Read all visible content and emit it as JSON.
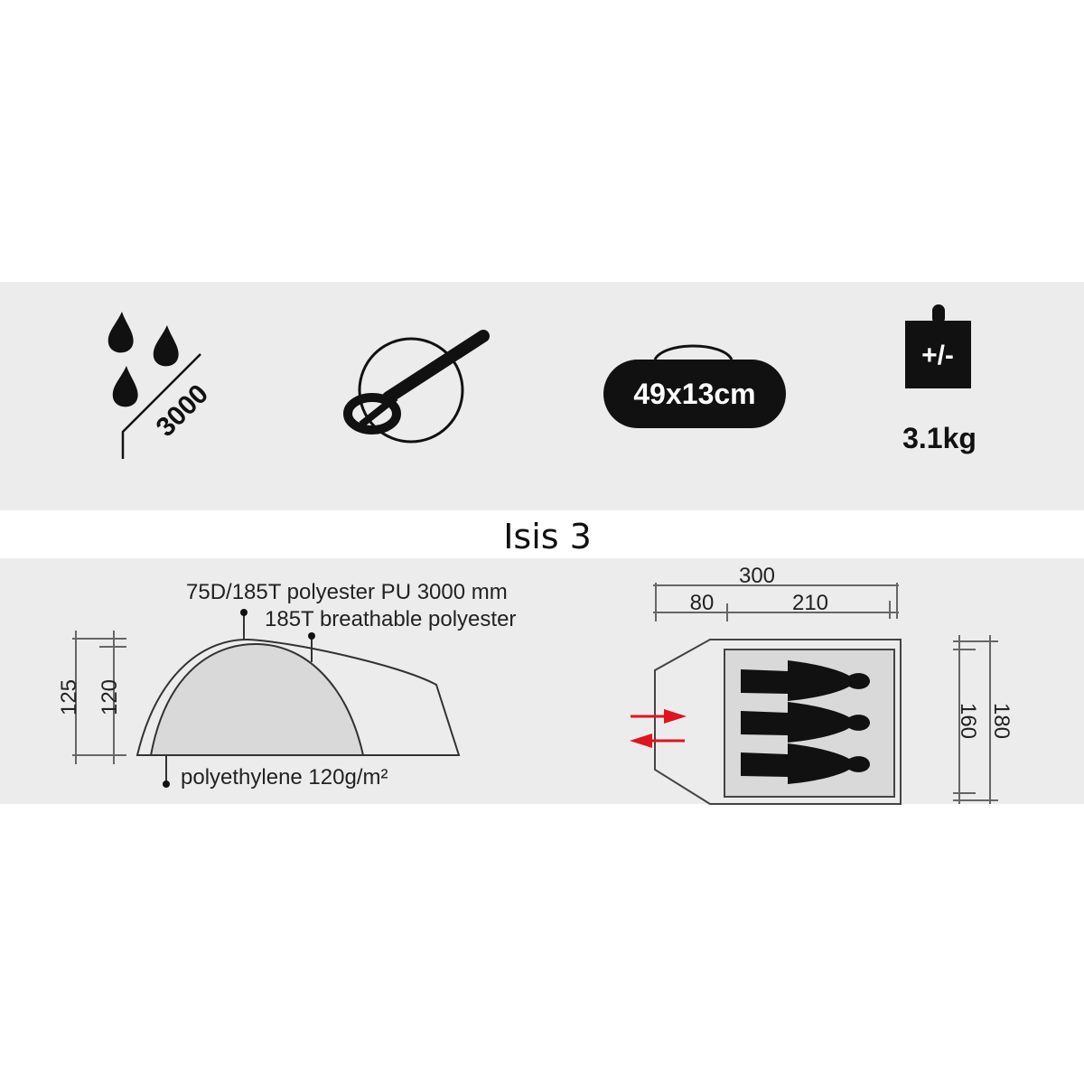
{
  "features": {
    "waterproof": {
      "icon": "water-drops-icon",
      "value": "3000"
    },
    "rope": {
      "icon": "guy-rope-icon"
    },
    "pack_size": {
      "icon": "carry-bag-icon",
      "value": "49x13cm"
    },
    "weight": {
      "icon": "weight-icon",
      "icon_text": "+/-",
      "value": "3.1kg"
    }
  },
  "title": "Isis 3",
  "side_view": {
    "flysheet_label": "75D/185T polyester PU 3000 mm",
    "inner_label": "185T breathable polyester",
    "floor_label": "polyethylene 120g/m²",
    "height_outer": "125",
    "height_inner": "120"
  },
  "floor_plan": {
    "length_total": "300",
    "length_vestibule": "80",
    "length_inner": "210",
    "width_inner": "160",
    "width_outer": "180",
    "sleeping_capacity_icon": "three-persons-icon",
    "entrance_icon": "entrance-arrows-icon"
  },
  "colors": {
    "band": "#ececec",
    "inner_fill": "#d9d9d9",
    "arrow": "#e0141e"
  }
}
